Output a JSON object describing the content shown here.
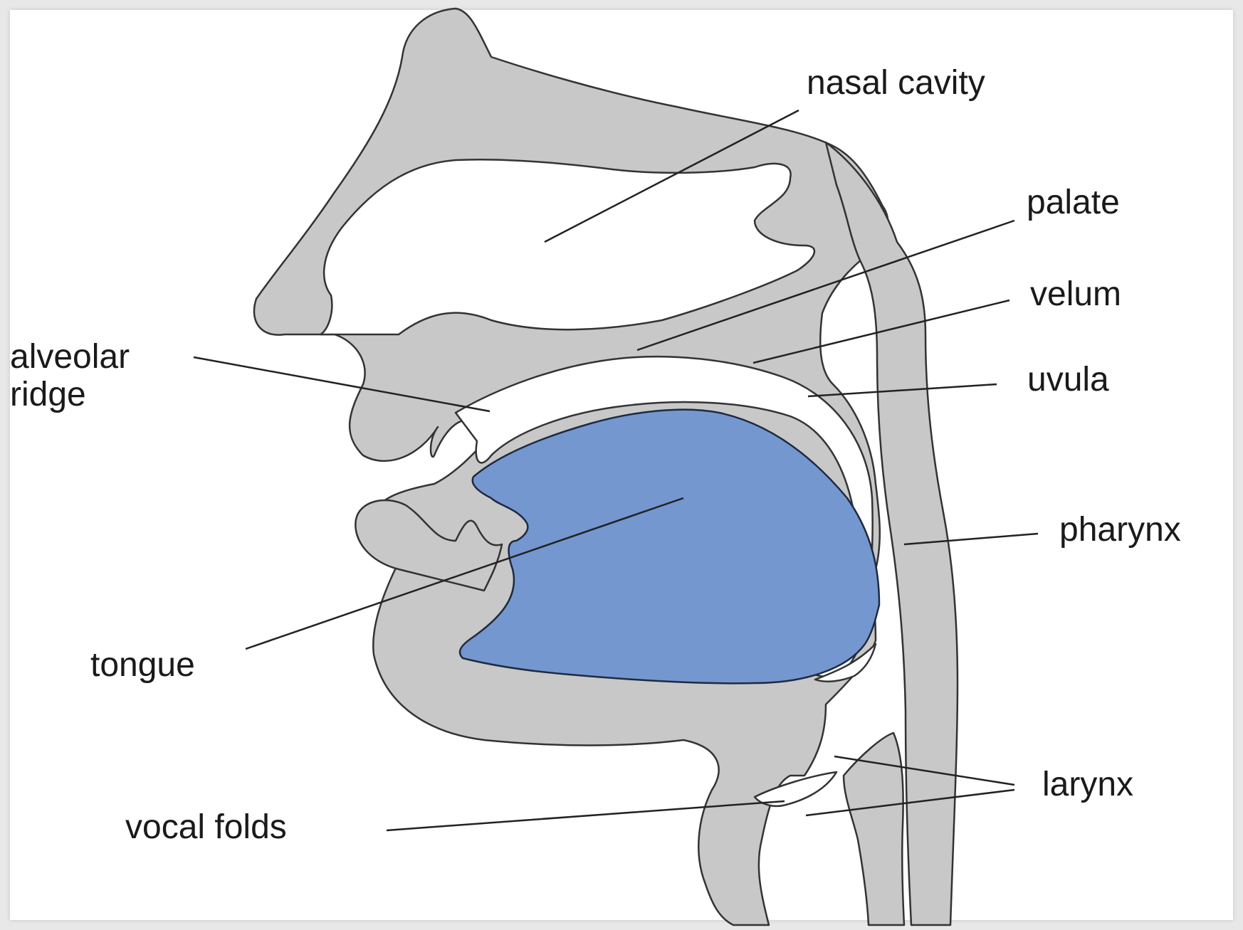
{
  "colors": {
    "tissue": "#c8c8c8",
    "tongue": "#7497d0",
    "background": "#ffffff",
    "outline": "#333333"
  },
  "labels": {
    "nasal_cavity": "nasal cavity",
    "palate": "palate",
    "velum": "velum",
    "uvula": "uvula",
    "alveolar_ridge_line1": "alveolar",
    "alveolar_ridge_line2": "ridge",
    "pharynx": "pharynx",
    "tongue": "tongue",
    "larynx": "larynx",
    "vocal_folds": "vocal folds"
  }
}
